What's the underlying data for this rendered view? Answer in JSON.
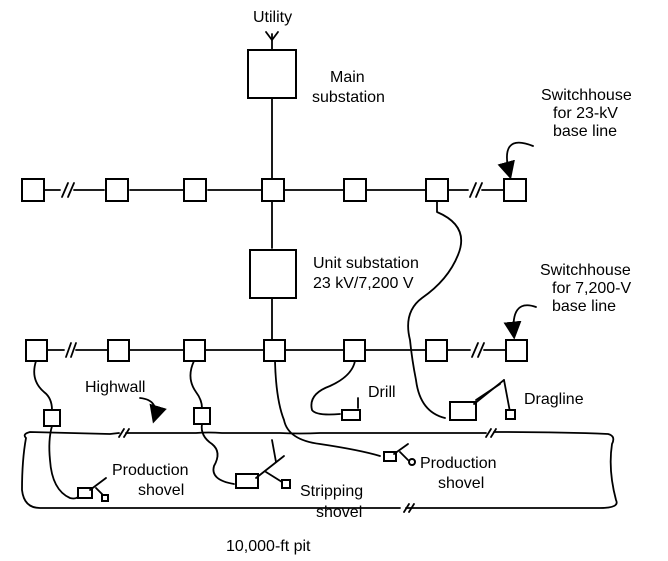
{
  "labels": {
    "utility": "Utility",
    "main_substation": [
      "Main",
      "substation"
    ],
    "switchhouse_23kv": [
      "Switchhouse",
      "for 23-kV",
      "base line"
    ],
    "unit_substation": [
      "Unit substation",
      "23 kV/7,200 V"
    ],
    "switchhouse_7200v": [
      "Switchhouse",
      "for 7,200-V",
      "base line"
    ],
    "highwall": "Highwall",
    "drill": "Drill",
    "dragline": "Dragline",
    "production_shovel_left": [
      "Production",
      "shovel"
    ],
    "stripping_shovel": [
      "Stripping",
      "shovel"
    ],
    "production_shovel_right": [
      "Production",
      "shovel"
    ],
    "pit": "10,000-ft pit"
  }
}
